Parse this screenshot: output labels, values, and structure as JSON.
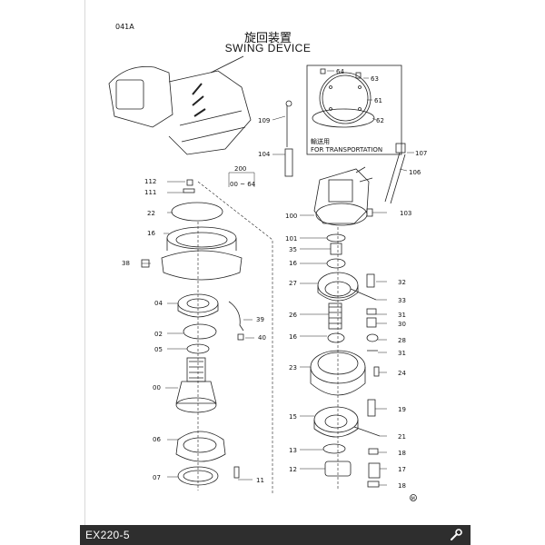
{
  "page": {
    "page_id": "041A",
    "title_jp": "旋回装置",
    "title_en": "SWING DEVICE",
    "model": "EX220-5"
  },
  "group": {
    "number": "200",
    "range": "00 ~ 64"
  },
  "transport_box": {
    "label_jp": "輸送用",
    "label_en": "FOR TRANSPORTATION"
  },
  "callouts": [
    {
      "id": "64"
    },
    {
      "id": "63"
    },
    {
      "id": "61"
    },
    {
      "id": "62"
    },
    {
      "id": "109"
    },
    {
      "id": "104"
    },
    {
      "id": "107"
    },
    {
      "id": "106"
    },
    {
      "id": "112"
    },
    {
      "id": "111"
    },
    {
      "id": "22"
    },
    {
      "id": "16"
    },
    {
      "id": "38"
    },
    {
      "id": "04"
    },
    {
      "id": "39"
    },
    {
      "id": "02"
    },
    {
      "id": "05"
    },
    {
      "id": "40"
    },
    {
      "id": "00"
    },
    {
      "id": "06"
    },
    {
      "id": "07"
    },
    {
      "id": "11"
    },
    {
      "id": "100"
    },
    {
      "id": "103"
    },
    {
      "id": "101"
    },
    {
      "id": "35"
    },
    {
      "id": "16"
    },
    {
      "id": "27"
    },
    {
      "id": "32"
    },
    {
      "id": "33"
    },
    {
      "id": "26"
    },
    {
      "id": "31"
    },
    {
      "id": "30"
    },
    {
      "id": "16"
    },
    {
      "id": "28"
    },
    {
      "id": "31"
    },
    {
      "id": "23"
    },
    {
      "id": "24"
    },
    {
      "id": "19"
    },
    {
      "id": "15"
    },
    {
      "id": "21"
    },
    {
      "id": "13"
    },
    {
      "id": "18"
    },
    {
      "id": "12"
    },
    {
      "id": "17"
    },
    {
      "id": "18"
    }
  ],
  "mark": "M",
  "colors": {
    "ink": "#111111",
    "footer_bg": "#2e2e2e",
    "footer_text": "#ffffff"
  },
  "icons": {
    "footer_icon": "wrench-icon"
  }
}
